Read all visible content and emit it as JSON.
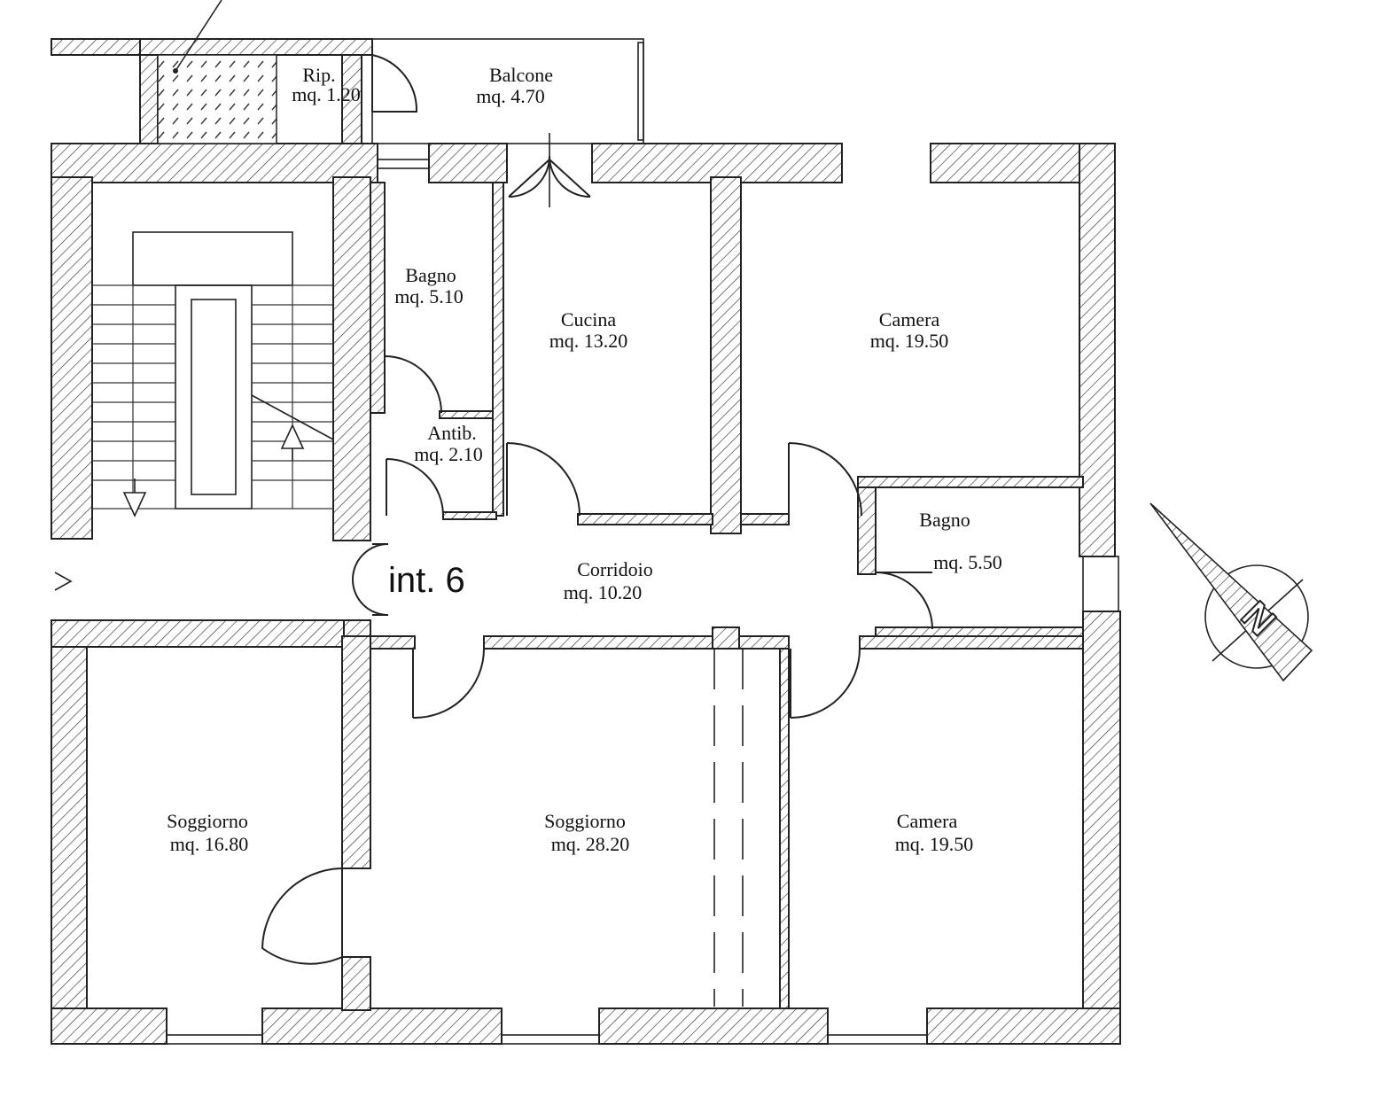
{
  "unit_label": "int. 6",
  "rooms": {
    "rip": {
      "name": "Rip.",
      "area": "mq. 1.20"
    },
    "balcone": {
      "name": "Balcone",
      "area": "mq. 4.70"
    },
    "bagno1": {
      "name": "Bagno",
      "area": "mq. 5.10"
    },
    "antib": {
      "name": "Antib.",
      "area": "mq. 2.10"
    },
    "cucina": {
      "name": "Cucina",
      "area": "mq. 13.20"
    },
    "camera1": {
      "name": "Camera",
      "area": "mq. 19.50"
    },
    "bagno2": {
      "name": "Bagno",
      "area": "mq. 5.50"
    },
    "corridoio": {
      "name": "Corridoio",
      "area": "mq. 10.20"
    },
    "soggiorno1": {
      "name": "Soggiorno",
      "area": "mq. 16.80"
    },
    "soggiorno2": {
      "name": "Soggiorno",
      "area": "mq. 28.20"
    },
    "camera2": {
      "name": "Camera",
      "area": "mq. 19.50"
    }
  },
  "compass": {
    "letter": "N",
    "icon": "north-arrow-icon"
  },
  "colors": {
    "ink": "#222222",
    "paper": "#ffffff"
  }
}
